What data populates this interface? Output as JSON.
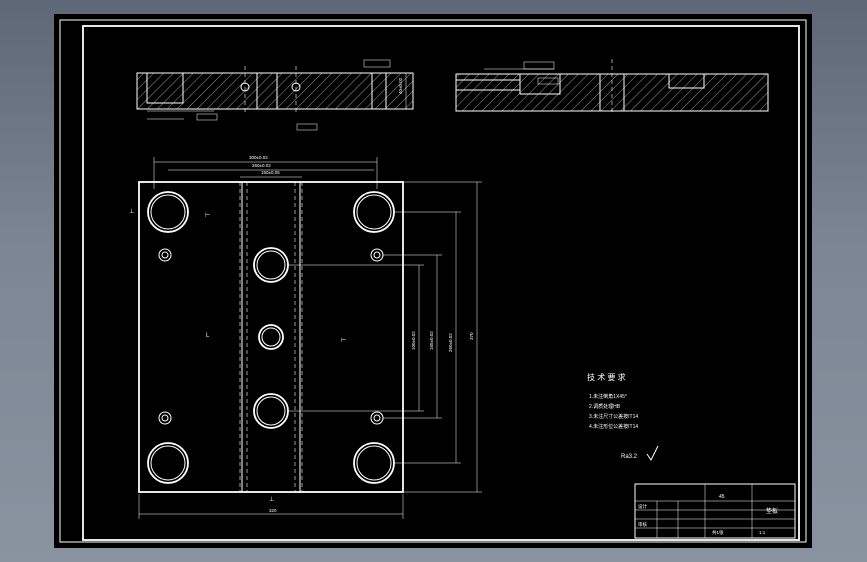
{
  "drawing": {
    "tech_requirements": {
      "title": "技 术 要 求",
      "items": [
        "1.未注倒角1X45°",
        "2.调质处理HB",
        "3.未注尺寸公差按IT14",
        "4.未注形位公差按IT14"
      ]
    },
    "roughness_note": "Ra3.2",
    "dimensions": {
      "top_row": [
        "300±0.02",
        "260±0.02",
        "150±0.05"
      ],
      "overall_width": "320",
      "overall_height": "370",
      "vertical": [
        "100±0.02",
        "165±0.02",
        "260±0.02"
      ],
      "side_view_thickness": "40±0.02"
    },
    "title_block": {
      "part_name": "垫板",
      "material": "45",
      "scale": "1:1",
      "label_designed": "设计",
      "label_checked": "审核",
      "label_sheet": "共1张"
    }
  }
}
